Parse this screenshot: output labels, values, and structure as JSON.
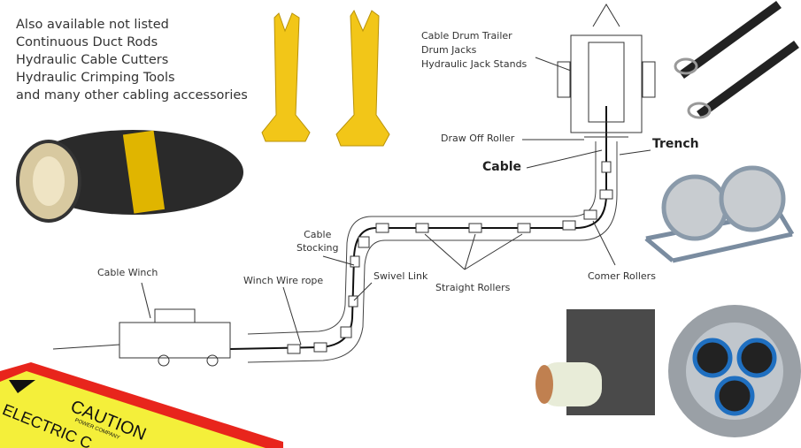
{
  "accessories_list": {
    "heading": "Also available not listed",
    "items": [
      "Continuous Duct Rods",
      "Hydraulic Cable Cutters",
      "Hydraulic Crimping Tools",
      "and many other cabling accessories"
    ]
  },
  "diagram_labels": {
    "drum_trailer": "Cable Drum Trailer",
    "drum_jacks": "Drum Jacks",
    "jack_stands": "Hydraulic Jack Stands",
    "draw_off_roller": "Draw Off Roller",
    "trench": "Trench",
    "cable": "Cable",
    "cable_stocking_1": "Cable",
    "cable_stocking_2": "Stocking",
    "cable_winch": "Cable Winch",
    "winch_wire_rope": "Winch Wire rope",
    "swivel_link": "Swivel Link",
    "straight_rollers": "Straight Rollers",
    "corner_rollers": "Comer Rollers"
  },
  "caution_tape": {
    "line1": "CAUTION",
    "line2": "ELECTRIC C",
    "small": "POWER COMPANY"
  },
  "colors": {
    "yellow": "#f2c618",
    "tape_red": "#e8251c",
    "tape_yellow": "#f4ef3a",
    "seal_blue": "#1f6fc0"
  }
}
